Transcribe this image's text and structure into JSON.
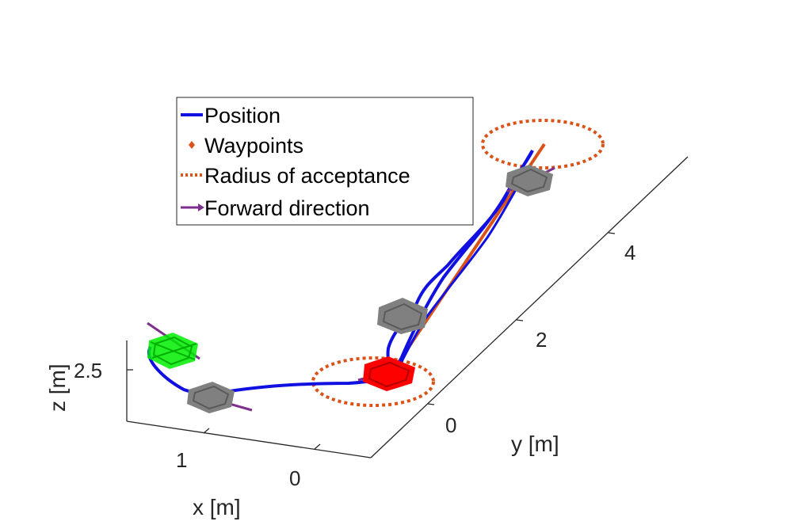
{
  "chart_data": {
    "type": "line",
    "dimensions": 3,
    "xlabel": "x [m]",
    "ylabel": "y [m]",
    "zlabel": "z [m]",
    "x_ticks": [
      "1",
      "0"
    ],
    "y_ticks": [
      "0",
      "2",
      "4"
    ],
    "z_ticks": [
      "2.5"
    ],
    "legend_position": "top-left",
    "legend": [
      {
        "label": "Position",
        "color": "#1010e0",
        "style": "solid-line"
      },
      {
        "label": "Waypoints",
        "color": "#d95319",
        "style": "diamond-marker"
      },
      {
        "label": "Radius of acceptance",
        "color": "#d95319",
        "style": "dotted-line"
      },
      {
        "label": "Forward direction",
        "color": "#7e2f8e",
        "style": "arrow"
      }
    ],
    "colors": {
      "position": "#1010e0",
      "waypoints": "#d95319",
      "forward": "#7e2f8e",
      "drone_start": "#00ee00",
      "drone_mid": "#808080",
      "drone_goal": "#ff0000",
      "axes": "#262626"
    }
  }
}
